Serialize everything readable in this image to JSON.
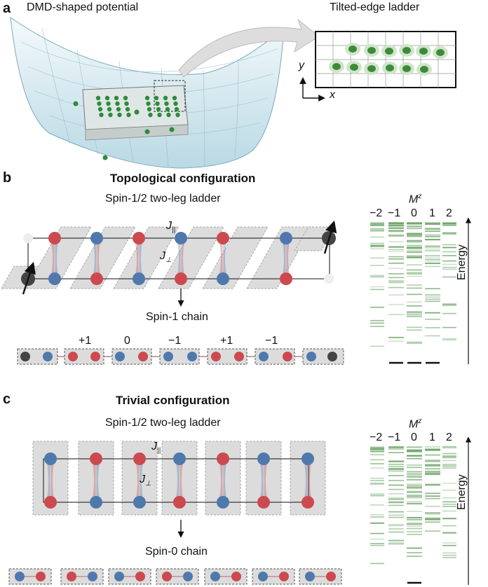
{
  "panel_a": {
    "letter": "a",
    "left_title": "DMD-shaped potential",
    "right_title": "Tilted-edge ladder",
    "axis_y": "y",
    "axis_x": "x"
  },
  "panel_b": {
    "letter": "b",
    "title": "Topological configuration",
    "ladder_label": "Spin-1/2 two-leg ladder",
    "j_parallel": "J",
    "j_parallel_sub": "||",
    "j_perp": "J",
    "j_perp_sub": "⊥",
    "chain_label": "Spin-1 chain",
    "chain_values": [
      "+1",
      "0",
      "−1",
      "+1",
      "−1"
    ],
    "spectrum_title": "M",
    "spectrum_title_sup": "z",
    "spectrum_ticks": [
      "−2",
      "−1",
      "0",
      "1",
      "2"
    ],
    "energy_label": "Energy"
  },
  "panel_c": {
    "letter": "c",
    "title": "Trivial configuration",
    "ladder_label": "Spin-1/2 two-leg ladder",
    "j_parallel": "J",
    "j_parallel_sub": "||",
    "j_perp": "J",
    "j_perp_sub": "⊥",
    "chain_label": "Spin-0 chain",
    "spectrum_title": "M",
    "spectrum_title_sup": "z",
    "spectrum_ticks": [
      "−2",
      "−1",
      "0",
      "1",
      "2"
    ],
    "energy_label": "Energy"
  },
  "colors": {
    "blue_spin": "#4f79ad",
    "red_spin": "#cc4a4f",
    "green_atom": "#2e8b3a",
    "gray_box": "#dcdcdc",
    "edge_spin": "#444444"
  }
}
